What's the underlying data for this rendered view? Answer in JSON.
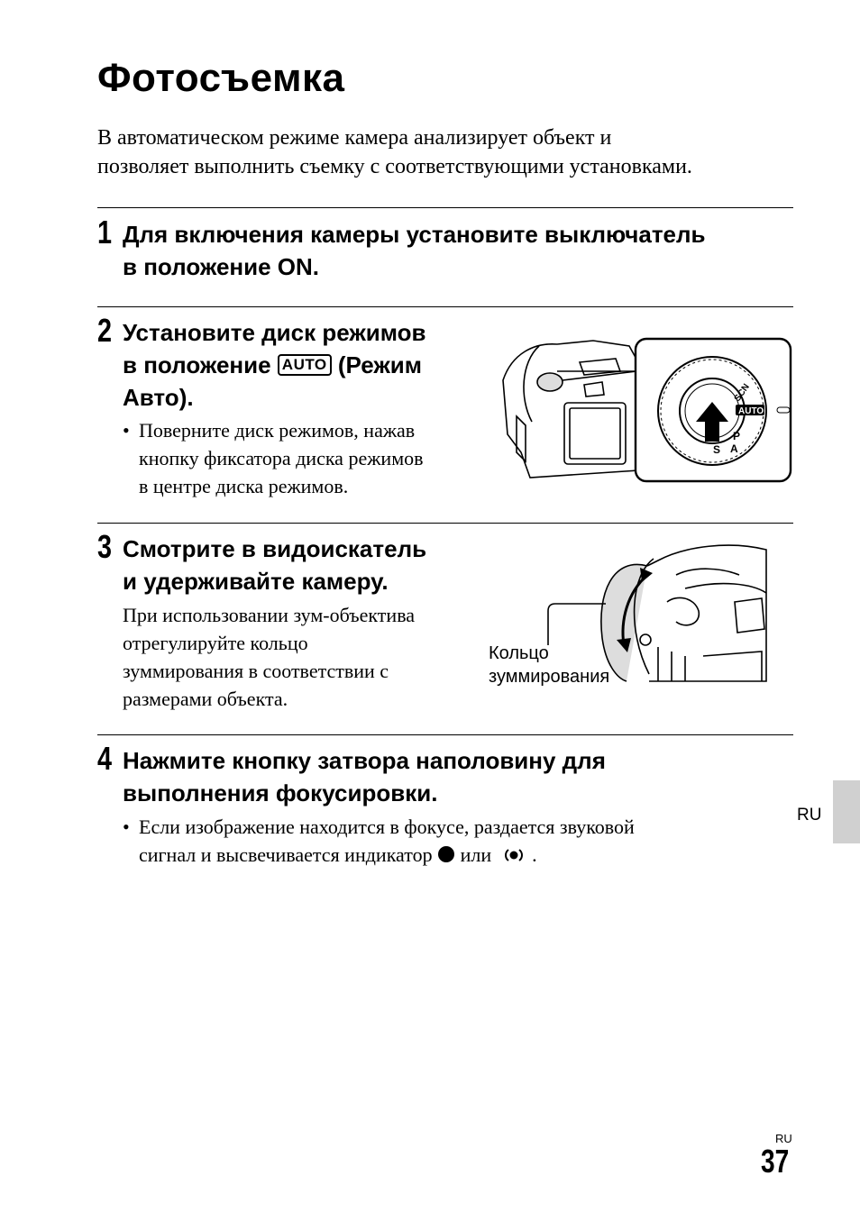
{
  "title": "Фотосъемка",
  "intro": {
    "line1": "В автоматическом режиме камера анализирует объект и",
    "line2": "позволяет выполнить съемку с соответствующими установками."
  },
  "steps": [
    {
      "number": "1",
      "heading_lines": [
        "Для включения камеры установите выключатель",
        "в положение ON."
      ]
    },
    {
      "number": "2",
      "heading_line1": "Установите диск режимов",
      "heading_line2_pre": "в положение",
      "heading_badge": "AUTO",
      "heading_line2_post": "(Режим",
      "heading_line3": "Авто).",
      "bullet_lines": [
        "Поверните диск режимов, нажав",
        "кнопку фиксатора диска режимов",
        "в центре диска режимов."
      ]
    },
    {
      "number": "3",
      "heading_lines": [
        "Смотрите в видоискатель",
        "и удерживайте камеру."
      ],
      "body_lines": [
        "При использовании зум-объектива",
        "отрегулируйте кольцо",
        "зуммирования в соответствии с",
        "размерами объекта."
      ],
      "caption_lines": [
        "Кольцо",
        "зуммирования"
      ]
    },
    {
      "number": "4",
      "heading_lines": [
        "Нажмите кнопку затвора наполовину для",
        "выполнения фокусировки."
      ],
      "bullet_line1": "Если изображение находится в фокусе, раздается звуковой",
      "bullet_line2_pre": "сигнал и высвечивается индикатор",
      "bullet_line2_mid": "или",
      "bullet_line2_post": "."
    }
  ],
  "dial_labels": {
    "scn": "SCN",
    "auto": "AUTO",
    "p": "P",
    "a": "A",
    "s": "S"
  },
  "side_tab": "RU",
  "page_footer": {
    "lang": "RU",
    "number": "37"
  }
}
